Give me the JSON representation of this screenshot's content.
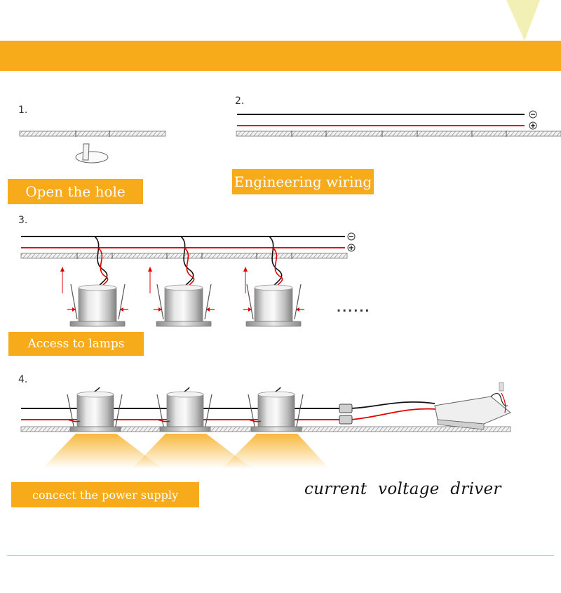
{
  "steps": [
    {
      "number": "1.",
      "label": "Open the hole"
    },
    {
      "number": "2.",
      "label": "Engineering wiring"
    },
    {
      "number": "3.",
      "label": "Access to lamps"
    },
    {
      "number": "4.",
      "label": "concect the power supply"
    }
  ],
  "polarity": {
    "negative": "-",
    "positive": "+"
  },
  "ellipsis": "......",
  "driver_caption": "current voltage driver",
  "colors": {
    "accent": "#f8ab1a",
    "wire_black": "#111111",
    "wire_red": "#e00000",
    "light_beam": "#f7b431"
  }
}
